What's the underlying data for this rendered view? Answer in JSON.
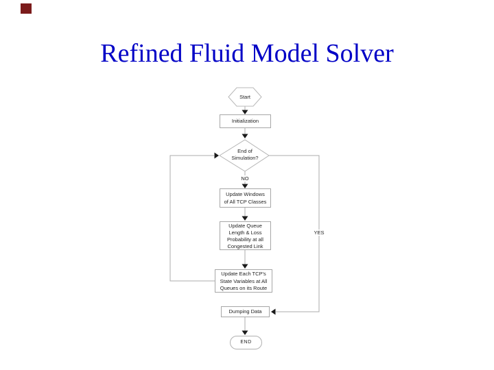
{
  "slide": {
    "title": "Refined Fluid Model Solver",
    "colors": {
      "title_text": "#0000C6",
      "corner_mark": "#7B1B1B",
      "connector_line": "#ABABAB",
      "node_border": "#A6A6A6",
      "arrowhead": "#1A1A1A",
      "background": "#FFFFFF"
    }
  },
  "flowchart": {
    "nodes": {
      "start": "Start",
      "initialization": "Initialization",
      "decision": "End of\nSimulation?",
      "update_windows": "Update Windows\nof All TCP Classes",
      "update_queue": "Update Queue\nLength & Loss\nProbability at all\nCongested Link",
      "update_tcp": "Update Each TCP's\nState Variables at All\nQueues on its Route",
      "dumping": "Dumping Data",
      "end": "END"
    },
    "labels": {
      "no": "NO",
      "yes": "YES"
    }
  }
}
